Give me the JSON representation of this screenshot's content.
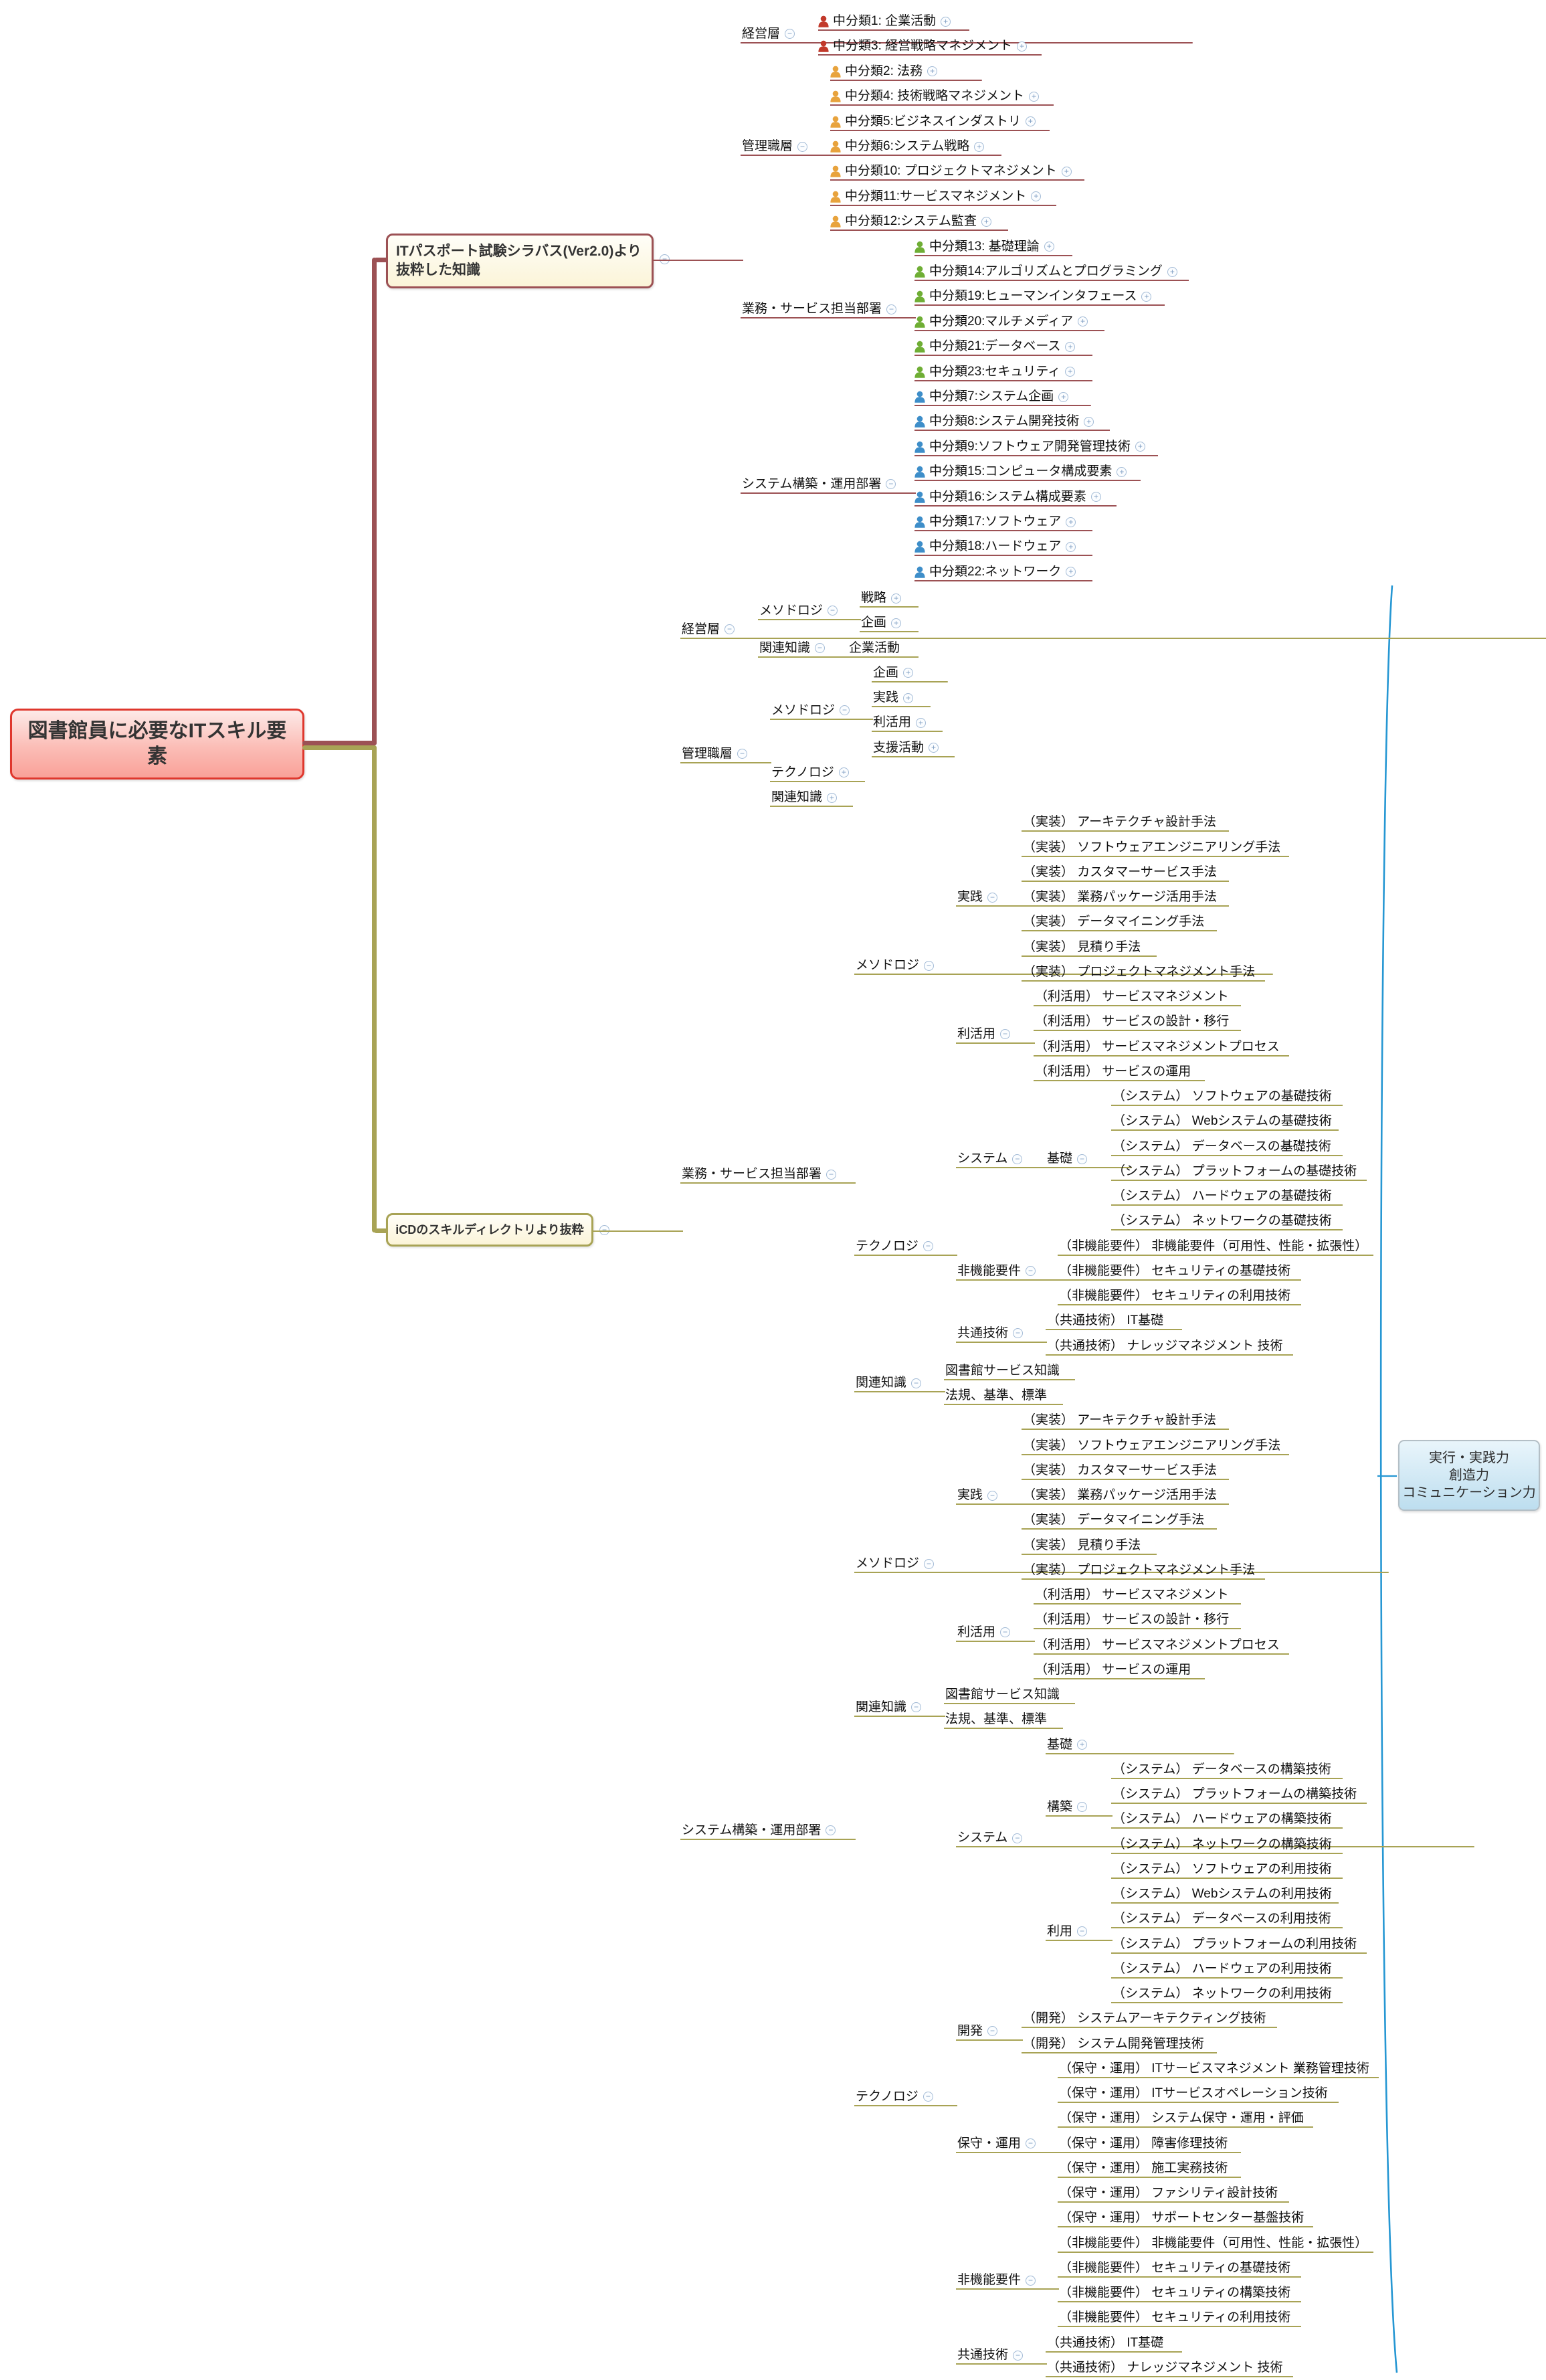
{
  "root": {
    "label": "図書館員に必要なITスキル要素"
  },
  "summary": {
    "lines": [
      "実行・実践力",
      "創造力",
      "コミュニケーション力"
    ],
    "brace_color": "#2697d3"
  },
  "icon_colors": {
    "red": "#c2392b",
    "orange": "#e8a33d",
    "green": "#6fae35",
    "blue": "#3e8ec9"
  },
  "branches": [
    {
      "label": "ITパスポート試験シラバス(Ver2.0)より抜粋した知識",
      "color": "#9c5154",
      "marker": "-",
      "c": [
        {
          "t": "経営層",
          "m": "-",
          "c": [
            {
              "t": "中分類1: 企業活動",
              "i": "red",
              "m": "+"
            },
            {
              "t": "中分類3: 経営戦略マネジメント",
              "i": "red",
              "m": "+"
            }
          ]
        },
        {
          "t": "管理職層",
          "m": "-",
          "c": [
            {
              "t": "中分類2: 法務",
              "i": "orange",
              "m": "+"
            },
            {
              "t": "中分類4: 技術戦略マネジメント",
              "i": "orange",
              "m": "+"
            },
            {
              "t": "中分類5:ビジネスインダストリ",
              "i": "orange",
              "m": "+"
            },
            {
              "t": "中分類6:システム戦略",
              "i": "orange",
              "m": "+"
            },
            {
              "t": "中分類10: プロジェクトマネジメント",
              "i": "orange",
              "m": "+"
            },
            {
              "t": "中分類11:サービスマネジメント",
              "i": "orange",
              "m": "+"
            },
            {
              "t": "中分類12:システム監査",
              "i": "orange",
              "m": "+"
            }
          ]
        },
        {
          "t": "業務・サービス担当部署",
          "m": "-",
          "c": [
            {
              "t": "中分類13: 基礎理論",
              "i": "green",
              "m": "+"
            },
            {
              "t": "中分類14:アルゴリズムとプログラミング",
              "i": "green",
              "m": "+"
            },
            {
              "t": "中分類19:ヒューマンインタフェース",
              "i": "green",
              "m": "+"
            },
            {
              "t": "中分類20:マルチメディア",
              "i": "green",
              "m": "+"
            },
            {
              "t": "中分類21:データベース",
              "i": "green",
              "m": "+"
            },
            {
              "t": "中分類23:セキュリティ",
              "i": "green",
              "m": "+"
            }
          ]
        },
        {
          "t": "システム構築・運用部署",
          "m": "-",
          "c": [
            {
              "t": "中分類7:システム企画",
              "i": "blue",
              "m": "+"
            },
            {
              "t": "中分類8:システム開発技術",
              "i": "blue",
              "m": "+"
            },
            {
              "t": "中分類9:ソフトウェア開発管理技術",
              "i": "blue",
              "m": "+"
            },
            {
              "t": "中分類15:コンピュータ構成要素",
              "i": "blue",
              "m": "+"
            },
            {
              "t": "中分類16:システム構成要素",
              "i": "blue",
              "m": "+"
            },
            {
              "t": "中分類17:ソフトウェア",
              "i": "blue",
              "m": "+"
            },
            {
              "t": "中分類18:ハードウェア",
              "i": "blue",
              "m": "+"
            },
            {
              "t": "中分類22:ネットワーク",
              "i": "blue",
              "m": "+"
            }
          ]
        }
      ]
    },
    {
      "label": "iCDのスキルディレクトリより抜粋",
      "color": "#a8a355",
      "marker": "-",
      "c": [
        {
          "t": "経営層",
          "m": "-",
          "c": [
            {
              "t": "メソドロジ",
              "m": "-",
              "c": [
                {
                  "t": "戦略",
                  "m": "+"
                },
                {
                  "t": "企画",
                  "m": "+"
                }
              ]
            },
            {
              "t": "関連知識",
              "m": "-",
              "c": [
                {
                  "t": "企業活動"
                }
              ]
            }
          ]
        },
        {
          "t": "管理職層",
          "m": "-",
          "c": [
            {
              "t": "メソドロジ",
              "m": "-",
              "c": [
                {
                  "t": "企画",
                  "m": "+"
                },
                {
                  "t": "実践",
                  "m": "+"
                },
                {
                  "t": "利活用",
                  "m": "+"
                },
                {
                  "t": "支援活動",
                  "m": "+"
                }
              ]
            },
            {
              "t": "テクノロジ",
              "m": "+"
            },
            {
              "t": "関連知識",
              "m": "+"
            }
          ]
        },
        {
          "t": "業務・サービス担当部署",
          "m": "-",
          "c": [
            {
              "t": "メソドロジ",
              "m": "-",
              "c": [
                {
                  "t": "実践",
                  "m": "-",
                  "c": [
                    {
                      "t": "（実装） アーキテクチャ設計手法"
                    },
                    {
                      "t": "（実装） ソフトウェアエンジニアリング手法"
                    },
                    {
                      "t": "（実装） カスタマーサービス手法"
                    },
                    {
                      "t": "（実装） 業務パッケージ活用手法"
                    },
                    {
                      "t": "（実装） データマイニング手法"
                    },
                    {
                      "t": "（実装） 見積り手法"
                    },
                    {
                      "t": "（実装） プロジェクトマネジメント手法"
                    }
                  ]
                },
                {
                  "t": "利活用",
                  "m": "-",
                  "c": [
                    {
                      "t": "（利活用） サービスマネジメント"
                    },
                    {
                      "t": "（利活用） サービスの設計・移行"
                    },
                    {
                      "t": "（利活用） サービスマネジメントプロセス"
                    },
                    {
                      "t": "（利活用） サービスの運用"
                    }
                  ]
                }
              ]
            },
            {
              "t": "テクノロジ",
              "m": "-",
              "c": [
                {
                  "t": "システム",
                  "m": "-",
                  "c": [
                    {
                      "t": "基礎",
                      "m": "-",
                      "c": [
                        {
                          "t": "（システム） ソフトウェアの基礎技術"
                        },
                        {
                          "t": "（システム） Webシステムの基礎技術"
                        },
                        {
                          "t": "（システム） データベースの基礎技術"
                        },
                        {
                          "t": "（システム） プラットフォームの基礎技術"
                        },
                        {
                          "t": "（システム） ハードウェアの基礎技術"
                        },
                        {
                          "t": "（システム） ネットワークの基礎技術"
                        }
                      ]
                    }
                  ]
                },
                {
                  "t": "非機能要件",
                  "m": "-",
                  "c": [
                    {
                      "t": "（非機能要件） 非機能要件（可用性、性能・拡張性）"
                    },
                    {
                      "t": "（非機能要件） セキュリティの基礎技術"
                    },
                    {
                      "t": "（非機能要件） セキュリティの利用技術"
                    }
                  ]
                },
                {
                  "t": "共通技術",
                  "m": "-",
                  "c": [
                    {
                      "t": "（共通技術） IT基礎"
                    },
                    {
                      "t": "（共通技術） ナレッジマネジメント 技術"
                    }
                  ]
                }
              ]
            },
            {
              "t": "関連知識",
              "m": "-",
              "c": [
                {
                  "t": "図書館サービス知識"
                },
                {
                  "t": "法規、基準、標準"
                }
              ]
            }
          ]
        },
        {
          "t": "システム構築・運用部署",
          "m": "-",
          "c": [
            {
              "t": "メソドロジ",
              "m": "-",
              "c": [
                {
                  "t": "実践",
                  "m": "-",
                  "c": [
                    {
                      "t": "（実装） アーキテクチャ設計手法"
                    },
                    {
                      "t": "（実装） ソフトウェアエンジニアリング手法"
                    },
                    {
                      "t": "（実装） カスタマーサービス手法"
                    },
                    {
                      "t": "（実装） 業務パッケージ活用手法"
                    },
                    {
                      "t": "（実装） データマイニング手法"
                    },
                    {
                      "t": "（実装） 見積り手法"
                    },
                    {
                      "t": "（実装） プロジェクトマネジメント手法"
                    }
                  ]
                },
                {
                  "t": "利活用",
                  "m": "-",
                  "c": [
                    {
                      "t": "（利活用） サービスマネジメント"
                    },
                    {
                      "t": "（利活用） サービスの設計・移行"
                    },
                    {
                      "t": "（利活用） サービスマネジメントプロセス"
                    },
                    {
                      "t": "（利活用） サービスの運用"
                    }
                  ]
                }
              ]
            },
            {
              "t": "関連知識",
              "m": "-",
              "c": [
                {
                  "t": "図書館サービス知識"
                },
                {
                  "t": "法規、基準、標準"
                }
              ]
            },
            {
              "t": "テクノロジ",
              "m": "-",
              "c": [
                {
                  "t": "システム",
                  "m": "-",
                  "c": [
                    {
                      "t": "基礎",
                      "m": "+"
                    },
                    {
                      "t": "構築",
                      "m": "-",
                      "c": [
                        {
                          "t": "（システム） データベースの構築技術"
                        },
                        {
                          "t": "（システム） プラットフォームの構築技術"
                        },
                        {
                          "t": "（システム） ハードウェアの構築技術"
                        },
                        {
                          "t": "（システム） ネットワークの構築技術"
                        }
                      ]
                    },
                    {
                      "t": "利用",
                      "m": "-",
                      "c": [
                        {
                          "t": "（システム） ソフトウェアの利用技術"
                        },
                        {
                          "t": "（システム） Webシステムの利用技術"
                        },
                        {
                          "t": "（システム） データベースの利用技術"
                        },
                        {
                          "t": "（システム） プラットフォームの利用技術"
                        },
                        {
                          "t": "（システム） ハードウェアの利用技術"
                        },
                        {
                          "t": "（システム） ネットワークの利用技術"
                        }
                      ]
                    }
                  ]
                },
                {
                  "t": "開発",
                  "m": "-",
                  "c": [
                    {
                      "t": "（開発） システムアーキテクティング技術"
                    },
                    {
                      "t": "（開発） システム開発管理技術"
                    }
                  ]
                },
                {
                  "t": "保守・運用",
                  "m": "-",
                  "c": [
                    {
                      "t": "（保守・運用） ITサービスマネジメント 業務管理技術"
                    },
                    {
                      "t": "（保守・運用） ITサービスオペレーション技術"
                    },
                    {
                      "t": "（保守・運用） システム保守・運用・評価"
                    },
                    {
                      "t": "（保守・運用） 障害修理技術"
                    },
                    {
                      "t": "（保守・運用） 施工実務技術"
                    },
                    {
                      "t": "（保守・運用） ファシリティ設計技術"
                    },
                    {
                      "t": "（保守・運用） サポートセンター基盤技術"
                    }
                  ]
                },
                {
                  "t": "非機能要件",
                  "m": "-",
                  "c": [
                    {
                      "t": "（非機能要件） 非機能要件（可用性、性能・拡張性）"
                    },
                    {
                      "t": "（非機能要件） セキュリティの基礎技術"
                    },
                    {
                      "t": "（非機能要件） セキュリティの構築技術"
                    },
                    {
                      "t": "（非機能要件） セキュリティの利用技術"
                    }
                  ]
                },
                {
                  "t": "共通技術",
                  "m": "-",
                  "c": [
                    {
                      "t": "（共通技術） IT基礎"
                    },
                    {
                      "t": "（共通技術） ナレッジマネジメント 技術"
                    }
                  ]
                }
              ]
            }
          ]
        }
      ]
    }
  ]
}
